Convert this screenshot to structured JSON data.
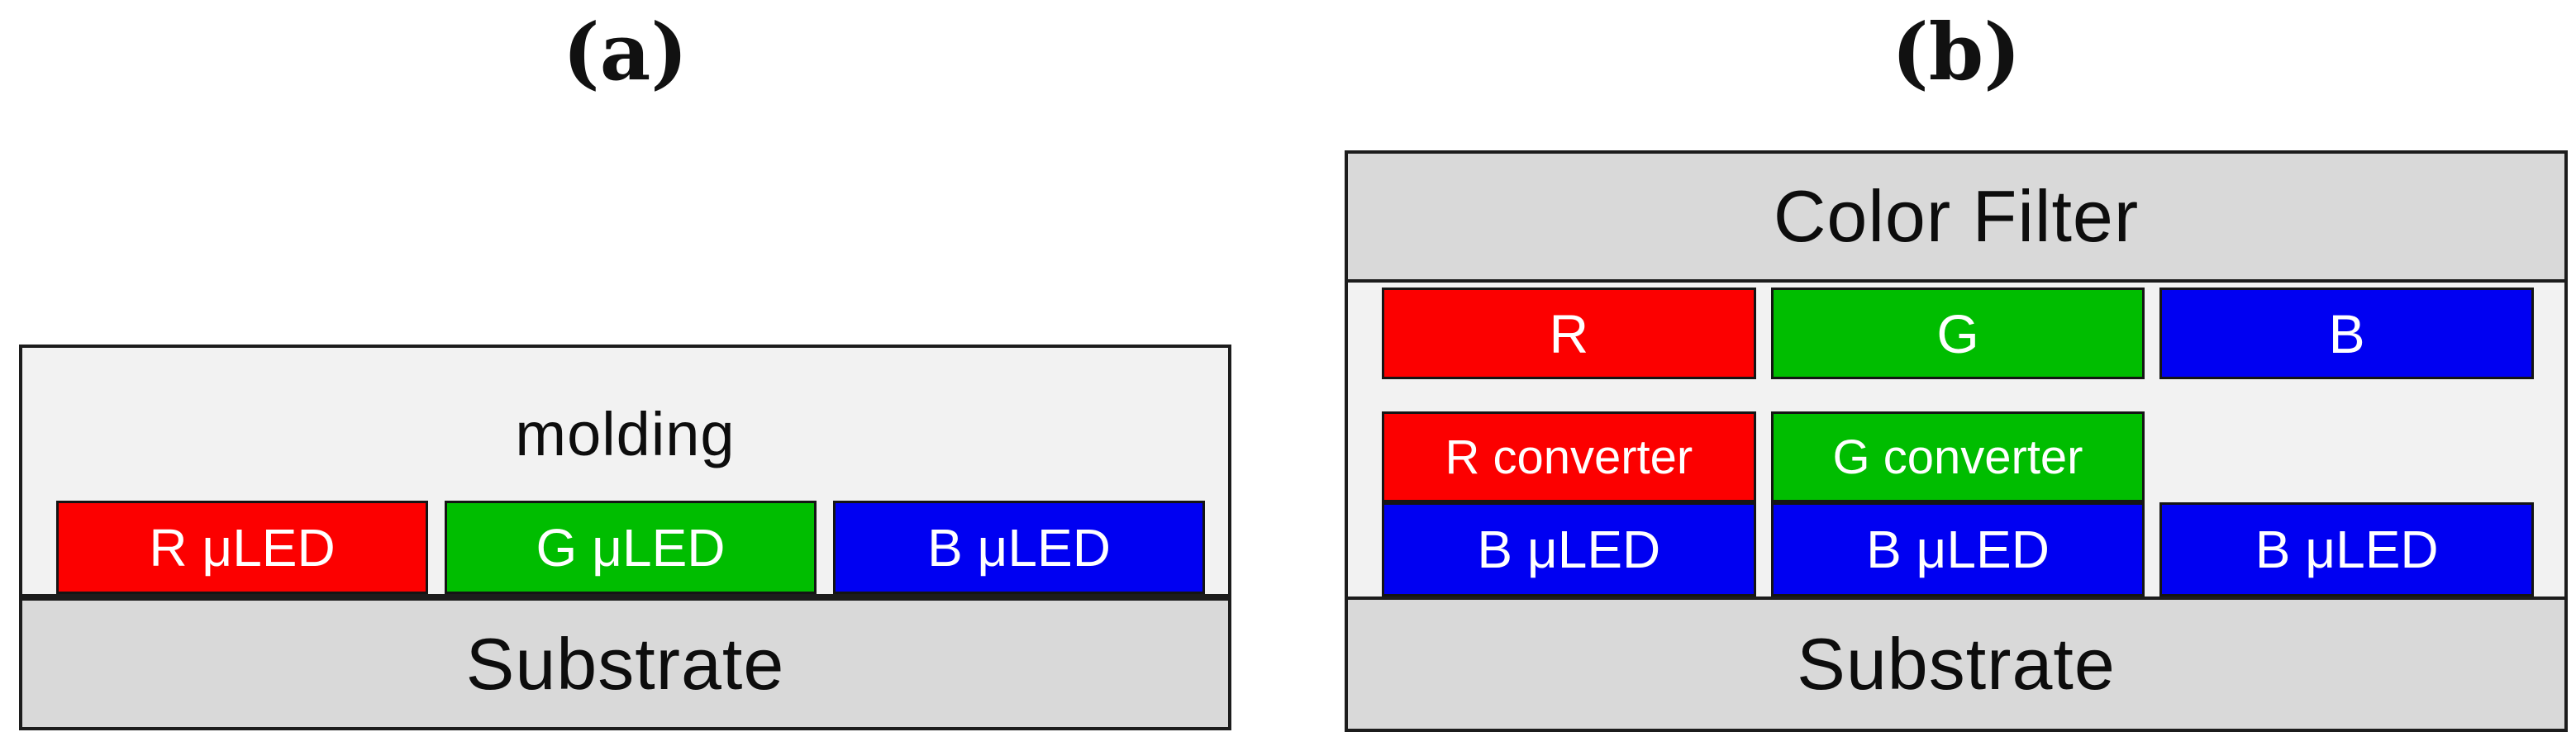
{
  "colors": {
    "red": "#fc0000",
    "green": "#00bd00",
    "blue": "#0000f2",
    "panel_fill": "#f2f2f2",
    "gray_bar_fill": "#d9d9d9",
    "border": "#1c1c1c",
    "text_dark": "#0d0d0d",
    "text_light": "#ffffff"
  },
  "panel_a": {
    "caption": "(a)",
    "molding_label": "molding",
    "substrate_label": "Substrate",
    "leds": [
      {
        "label": "R μLED",
        "color": "red"
      },
      {
        "label": "G μLED",
        "color": "green"
      },
      {
        "label": "B μLED",
        "color": "blue"
      }
    ]
  },
  "panel_b": {
    "caption": "(b)",
    "color_filter_label": "Color Filter",
    "substrate_label": "Substrate",
    "filters": [
      {
        "label": "R",
        "color": "red"
      },
      {
        "label": "G",
        "color": "green"
      },
      {
        "label": "B",
        "color": "blue"
      }
    ],
    "columns": [
      {
        "converter_label": "R converter",
        "converter_color": "red",
        "led_label": "B μLED",
        "led_color": "blue"
      },
      {
        "converter_label": "G converter",
        "converter_color": "green",
        "led_label": "B μLED",
        "led_color": "blue"
      },
      {
        "led_label": "B μLED",
        "led_color": "blue"
      }
    ]
  }
}
